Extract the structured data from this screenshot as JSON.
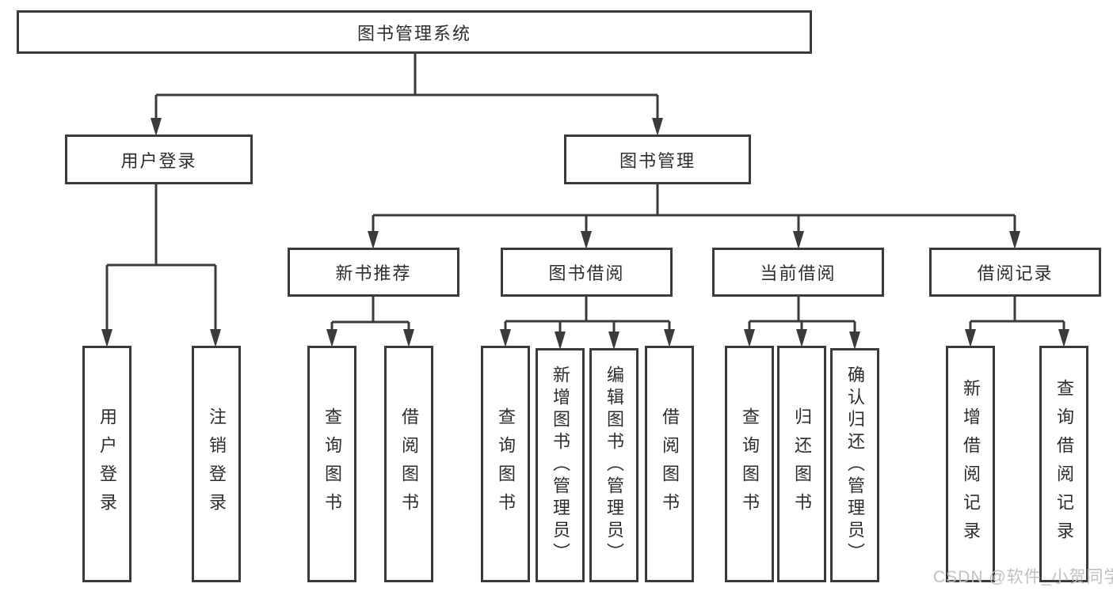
{
  "tree": {
    "label": "图书管理系统",
    "children": [
      {
        "label": "用户登录",
        "children": [
          {
            "label": "用户登录"
          },
          {
            "label": "注销登录"
          }
        ]
      },
      {
        "label": "图书管理",
        "children": [
          {
            "label": "新书推荐",
            "children": [
              {
                "label": "查询图书"
              },
              {
                "label": "借阅图书"
              }
            ]
          },
          {
            "label": "图书借阅",
            "children": [
              {
                "label": "查询图书"
              },
              {
                "label": "新增图书（管理员）"
              },
              {
                "label": "编辑图书（管理员）"
              },
              {
                "label": "借阅图书"
              }
            ]
          },
          {
            "label": "当前借阅",
            "children": [
              {
                "label": "查询图书"
              },
              {
                "label": "归还图书"
              },
              {
                "label": "确认归还（管理员）"
              }
            ]
          },
          {
            "label": "借阅记录",
            "children": [
              {
                "label": "新增借阅记录"
              },
              {
                "label": "查询借阅记录"
              }
            ]
          }
        ]
      }
    ]
  },
  "watermark": {
    "text": "CSDN @软件_小贺同学"
  },
  "colors": {
    "line": "#3b3b3b",
    "text": "#2d2d2d",
    "box_background": "#ffffff",
    "watermark": "#bdbdbd"
  }
}
